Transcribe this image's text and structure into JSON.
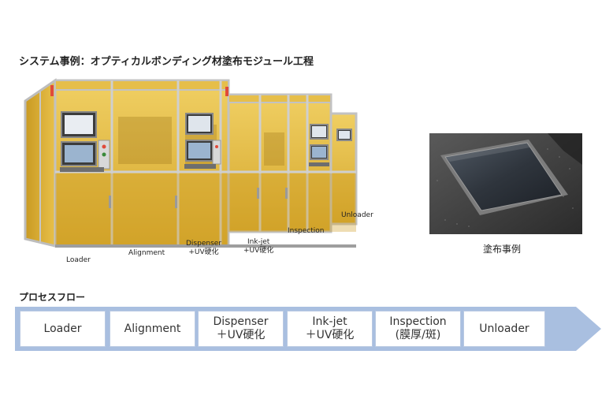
{
  "title": "システム事例：オプティカルボンディング材塗布モジュール工程",
  "machine_labels": {
    "loader": "Loader",
    "alignment": "Alignment",
    "dispenser_line1": "Dispenser",
    "dispenser_line2": "+UV硬化",
    "inkjet_line1": "Ink-jet",
    "inkjet_line2": "+UV硬化",
    "inspection": "Inspection",
    "unloader": "Unloader"
  },
  "photo_caption": "塗布事例",
  "flow": {
    "title": "プロセスフロー",
    "steps": [
      {
        "line1": "Loader",
        "line2": ""
      },
      {
        "line1": "Alignment",
        "line2": ""
      },
      {
        "line1": "Dispenser",
        "line2": "＋UV硬化"
      },
      {
        "line1": "Ink-jet",
        "line2": "＋UV硬化"
      },
      {
        "line1": "Inspection",
        "line2": "(膜厚/斑)"
      },
      {
        "line1": "Unloader",
        "line2": ""
      }
    ]
  },
  "colors": {
    "arrow": "#a9bfe0",
    "enclosure_amber": "#e3b83a",
    "frame_gray": "#c8c8c8"
  }
}
